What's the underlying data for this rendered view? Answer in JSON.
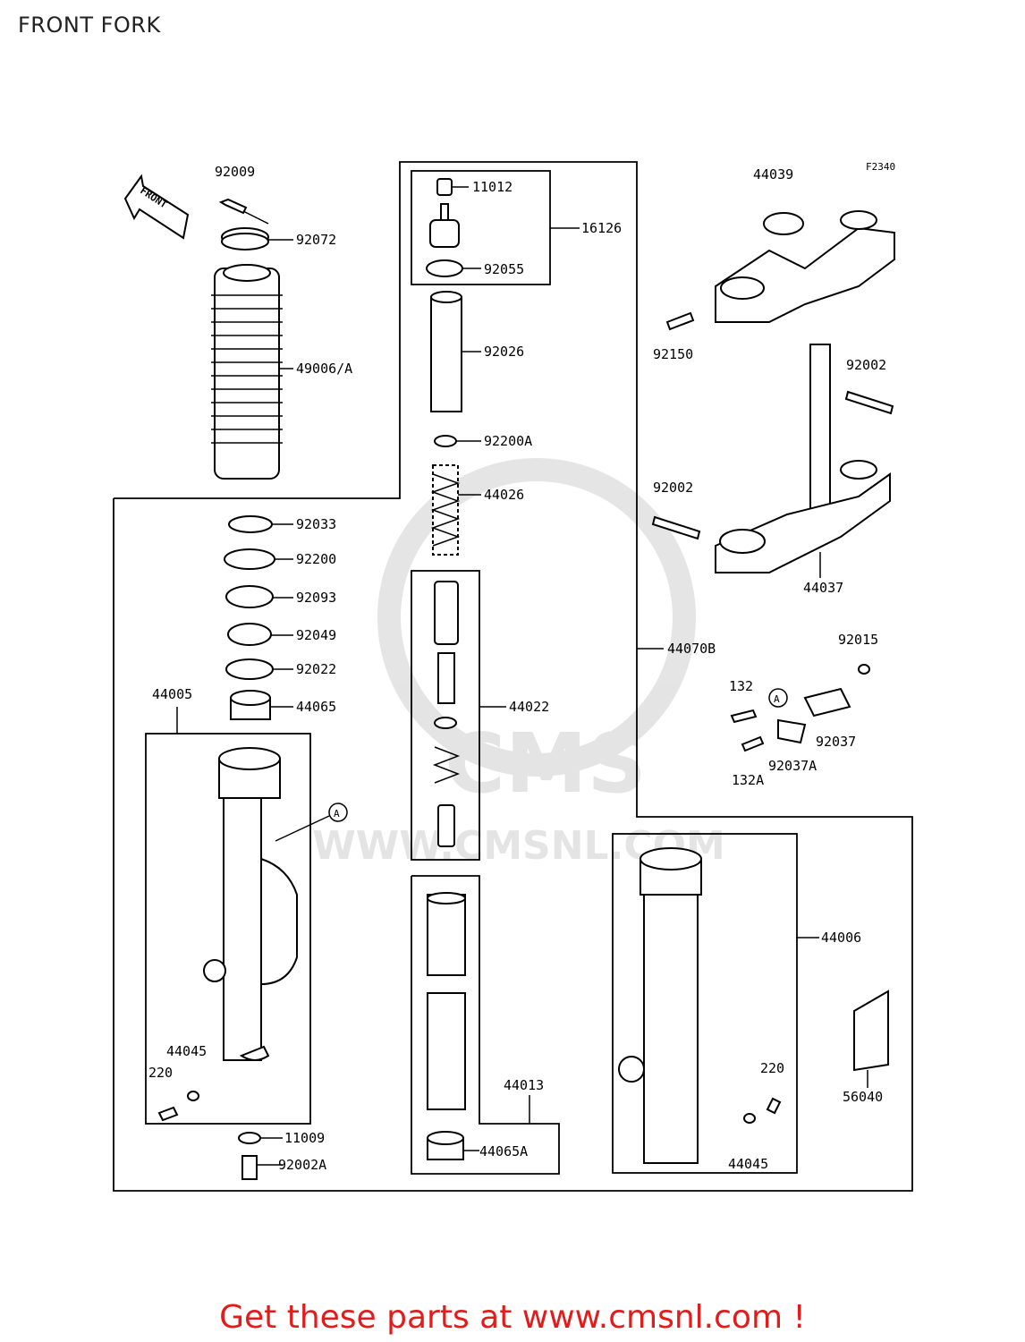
{
  "title": "FRONT FORK",
  "figure_code": "F2340",
  "front_arrow_text": "FRONT",
  "watermark": {
    "logo": "CMS",
    "url": "WWW.CMSNL.COM"
  },
  "callout_letter": "A",
  "parts": {
    "p92009": "92009",
    "p92072": "92072",
    "p49006A": "49006/A",
    "p92033": "92033",
    "p92200": "92200",
    "p92093": "92093",
    "p92049": "92049",
    "p92022": "92022",
    "p44065": "44065",
    "p44005": "44005",
    "p44045a": "44045",
    "p220a": "220",
    "p11009": "11009",
    "p92002A": "92002A",
    "p11012": "11012",
    "p16126": "16126",
    "p92055": "92055",
    "p92026": "92026",
    "p92200A": "92200A",
    "p44026": "44026",
    "p44022": "44022",
    "p44013": "44013",
    "p44065A": "44065A",
    "p44070B": "44070B",
    "p44039": "44039",
    "p92150": "92150",
    "p92002a": "92002",
    "p92002b": "92002",
    "p44037": "44037",
    "p92015": "92015",
    "p132": "132",
    "p92037": "92037",
    "p132A": "132A",
    "p92037A": "92037A",
    "p44006": "44006",
    "p220b": "220",
    "p44045b": "44045",
    "p56040": "56040"
  },
  "promo_text": "Get these parts at www.cmsnl.com !"
}
